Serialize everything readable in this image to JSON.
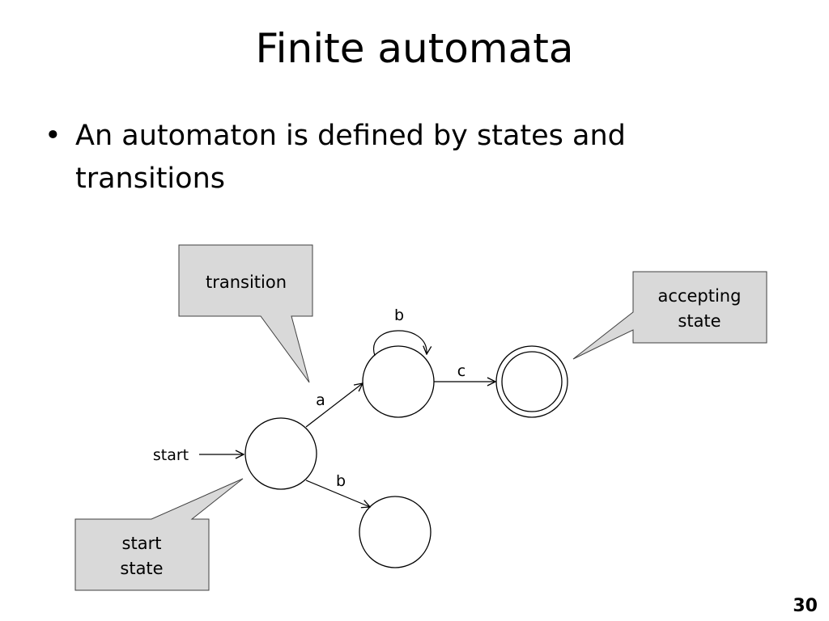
{
  "slide": {
    "title": "Finite automata",
    "bullets": [
      "An automaton is defined by states and transitions"
    ],
    "page_number": "30"
  },
  "diagram": {
    "labels": {
      "start_arrow": "start",
      "edge_a": "a",
      "edge_b_down": "b",
      "edge_b_loop": "b",
      "edge_c": "c"
    },
    "callouts": {
      "transition": [
        "transition"
      ],
      "accepting": [
        "accepting",
        "state"
      ],
      "start_state": [
        "start",
        "state"
      ]
    },
    "colors": {
      "callout_fill": "#d9d9d9",
      "stroke": "#000000"
    }
  }
}
